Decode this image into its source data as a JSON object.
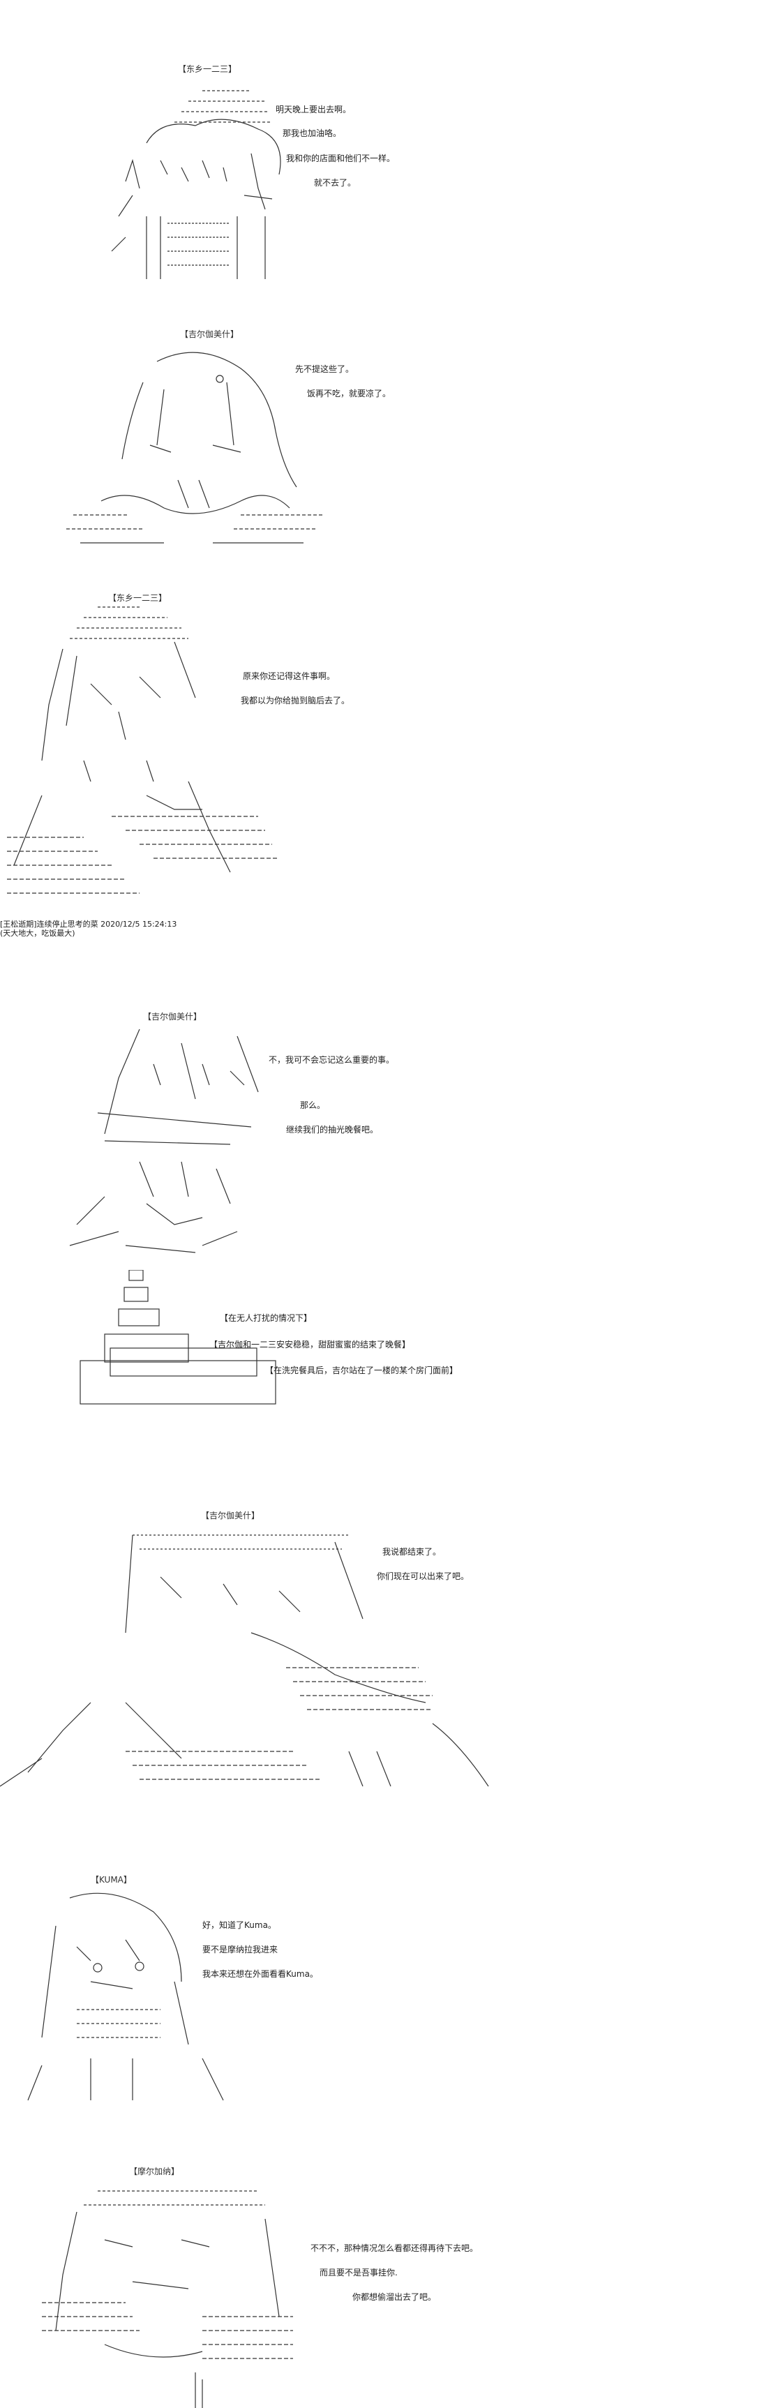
{
  "panels": [
    {
      "speaker": "【东乡一二三】",
      "lines": [
        "明天晚上要出去啊。",
        "那我也加油咯。",
        "我和你的店面和他们不一样。",
        "就不去了。"
      ]
    },
    {
      "speaker": "【吉尔伽美什】",
      "lines": [
        "先不提这些了。",
        "饭再不吃，就要凉了。"
      ]
    },
    {
      "speaker": "【东乡一二三】",
      "lines": [
        "原来你还记得这件事啊。",
        "我都以为你给抛到脑后去了。"
      ],
      "signature": [
        "[王松逝期]连续停止思考的菜 2020/12/5 15:24:13",
        "(天大地大，吃饭最大)"
      ]
    },
    {
      "speaker": "【吉尔伽美什】",
      "lines": [
        "不，我可不会忘记这么重要的事。",
        "那么。",
        "继续我们的抽光晚餐吧。"
      ]
    },
    {
      "captions": [
        "【在无人打扰的情况下】",
        "【吉尔伽和一二三安安稳稳，甜甜蜜蜜的结束了晚餐】",
        "【在洗完餐具后，吉尔站在了一楼的某个房门面前】"
      ]
    },
    {
      "speaker": "【吉尔伽美什】",
      "lines": [
        "我说都结束了。",
        "你们现在可以出来了吧。"
      ]
    },
    {
      "speaker": "【KUMA】",
      "lines": [
        "好，知道了Kuma。",
        "要不是摩纳拉我进来",
        "我本来还想在外面看看Kuma。"
      ]
    },
    {
      "speaker": "【摩尔加纳】",
      "lines": [
        "不不不，那种情况怎么看都还得再待下去吧。",
        "而且要不是吾事挂你.",
        "你都想偷溜出去了吧。"
      ]
    }
  ]
}
